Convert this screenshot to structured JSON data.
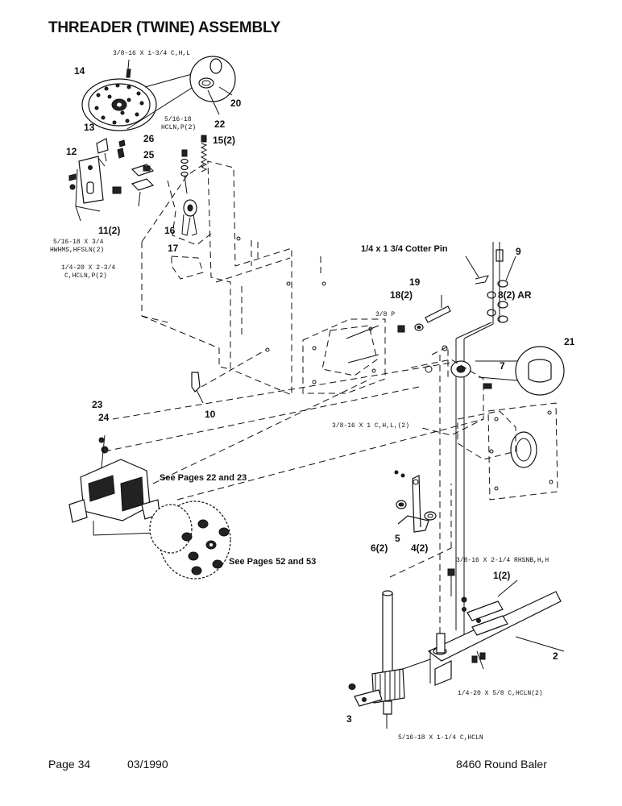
{
  "title": "THREADER (TWINE) ASSEMBLY",
  "footer": {
    "page": "Page 34",
    "date": "03/1990",
    "model": "8460 Round Baler"
  },
  "callouts": {
    "c1": "1(2)",
    "c2": "2",
    "c3": "3",
    "c4": "4(2)",
    "c5": "5",
    "c6": "6(2)",
    "c7": "7",
    "c8": "8(2) AR",
    "c9": "9",
    "c10": "10",
    "c11": "11(2)",
    "c12": "12",
    "c13": "13",
    "c14": "14",
    "c15": "15(2)",
    "c16": "16",
    "c17": "17",
    "c18": "18(2)",
    "c19": "19",
    "c20": "20",
    "c21": "21",
    "c22": "22",
    "c23": "23",
    "c24": "24",
    "c25": "25",
    "c26": "26"
  },
  "hardware_specs": {
    "bolt_top": "3/8-16 X 1-3/4 C,H,L",
    "hcln_1": "5/16-18",
    "hcln_2": "HCLN,P(2)",
    "hwhms_1": "5/16-18 X 3/4",
    "hwhms_2": "HWHMS,HFSLN(2)",
    "bolt_c1": "1/4-20 X 2-3/4",
    "bolt_c2": "C,HCLN,P(2)",
    "cotter_pin": "1/4 x 1 3/4 Cotter Pin",
    "pin_38": "3/8 P",
    "bolt_mid": "3/8-16 X 1 C,H,L,(2)",
    "bolt_rhsnb": "3/8-16 X 2-1/4 RHSNB,H,H",
    "bolt_lower": "1/4-20 X 5/8 C,HCLN(2)",
    "bolt_bottom": "5/16-18 X 1-1/4 C,HCLN"
  },
  "notes": {
    "see_pages_1": "See Pages 22 and 23",
    "see_pages_2": "See Pages 52 and 53"
  }
}
